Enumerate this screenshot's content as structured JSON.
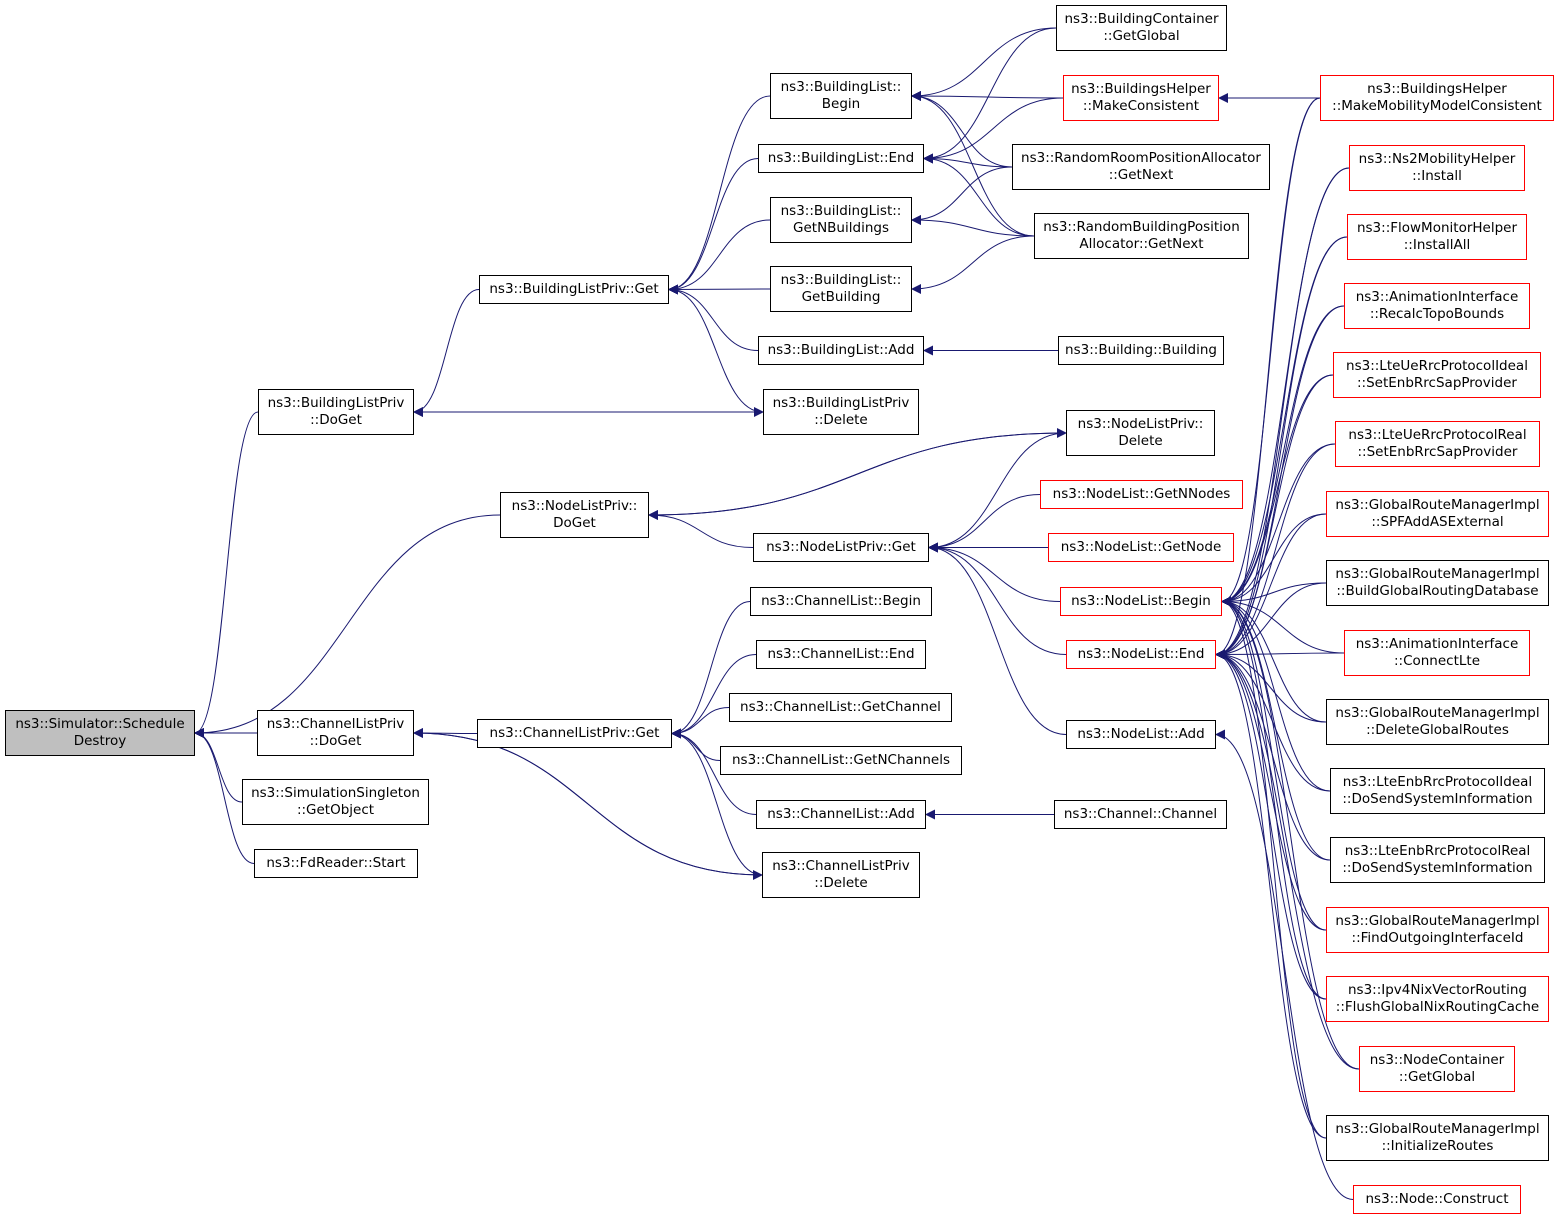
{
  "colors": {
    "edge": "#191970",
    "border_default": "#000000",
    "border_incomplete": "#ff0000",
    "root_fill": "#bfbfbf"
  },
  "nodes": [
    {
      "id": "root",
      "lines": [
        "ns3::Simulator::Schedule",
        "Destroy"
      ],
      "style": "root"
    },
    {
      "id": "blp_doget",
      "lines": [
        "ns3::BuildingListPriv",
        "::DoGet"
      ],
      "style": "black"
    },
    {
      "id": "nlp_doget",
      "lines": [
        "ns3::NodeListPriv::",
        "DoGet"
      ],
      "style": "black"
    },
    {
      "id": "clp_doget",
      "lines": [
        "ns3::ChannelListPriv",
        "::DoGet"
      ],
      "style": "black"
    },
    {
      "id": "ss_getobject",
      "lines": [
        "ns3::SimulationSingleton",
        "::GetObject"
      ],
      "style": "black"
    },
    {
      "id": "fdreader_start",
      "lines": [
        "ns3::FdReader::Start"
      ],
      "style": "black"
    },
    {
      "id": "blp_get",
      "lines": [
        "ns3::BuildingListPriv::Get"
      ],
      "style": "black"
    },
    {
      "id": "bl_begin",
      "lines": [
        "ns3::BuildingList::",
        "Begin"
      ],
      "style": "black"
    },
    {
      "id": "bl_end",
      "lines": [
        "ns3::BuildingList::End"
      ],
      "style": "black"
    },
    {
      "id": "bl_getnbuildings",
      "lines": [
        "ns3::BuildingList::",
        "GetNBuildings"
      ],
      "style": "black"
    },
    {
      "id": "bl_getbuilding",
      "lines": [
        "ns3::BuildingList::",
        "GetBuilding"
      ],
      "style": "black"
    },
    {
      "id": "bl_add",
      "lines": [
        "ns3::BuildingList::Add"
      ],
      "style": "black"
    },
    {
      "id": "blp_delete",
      "lines": [
        "ns3::BuildingListPriv",
        "::Delete"
      ],
      "style": "black"
    },
    {
      "id": "bc_getglobal",
      "lines": [
        "ns3::BuildingContainer",
        "::GetGlobal"
      ],
      "style": "black"
    },
    {
      "id": "bh_makeconsistent",
      "lines": [
        "ns3::BuildingsHelper",
        "::MakeConsistent"
      ],
      "style": "red"
    },
    {
      "id": "rrpa_getnext",
      "lines": [
        "ns3::RandomRoomPositionAllocator",
        "::GetNext"
      ],
      "style": "black"
    },
    {
      "id": "rbpa_getnext",
      "lines": [
        "ns3::RandomBuildingPosition",
        "Allocator::GetNext"
      ],
      "style": "black"
    },
    {
      "id": "building_building",
      "lines": [
        "ns3::Building::Building"
      ],
      "style": "black"
    },
    {
      "id": "bh_makemobility",
      "lines": [
        "ns3::BuildingsHelper",
        "::MakeMobilityModelConsistent"
      ],
      "style": "red"
    },
    {
      "id": "nlp_delete",
      "lines": [
        "ns3::NodeListPriv::",
        "Delete"
      ],
      "style": "black"
    },
    {
      "id": "nlp_get",
      "lines": [
        "ns3::NodeListPriv::Get"
      ],
      "style": "black"
    },
    {
      "id": "nl_getnnodes",
      "lines": [
        "ns3::NodeList::GetNNodes"
      ],
      "style": "red"
    },
    {
      "id": "nl_getnode",
      "lines": [
        "ns3::NodeList::GetNode"
      ],
      "style": "red"
    },
    {
      "id": "nl_begin",
      "lines": [
        "ns3::NodeList::Begin"
      ],
      "style": "red"
    },
    {
      "id": "nl_end",
      "lines": [
        "ns3::NodeList::End"
      ],
      "style": "red"
    },
    {
      "id": "nl_add",
      "lines": [
        "ns3::NodeList::Add"
      ],
      "style": "black"
    },
    {
      "id": "clp_get",
      "lines": [
        "ns3::ChannelListPriv::Get"
      ],
      "style": "black"
    },
    {
      "id": "cl_begin",
      "lines": [
        "ns3::ChannelList::Begin"
      ],
      "style": "black"
    },
    {
      "id": "cl_end",
      "lines": [
        "ns3::ChannelList::End"
      ],
      "style": "black"
    },
    {
      "id": "cl_getchannel",
      "lines": [
        "ns3::ChannelList::GetChannel"
      ],
      "style": "black"
    },
    {
      "id": "cl_getnchannels",
      "lines": [
        "ns3::ChannelList::GetNChannels"
      ],
      "style": "black"
    },
    {
      "id": "cl_add",
      "lines": [
        "ns3::ChannelList::Add"
      ],
      "style": "black"
    },
    {
      "id": "clp_delete",
      "lines": [
        "ns3::ChannelListPriv",
        "::Delete"
      ],
      "style": "black"
    },
    {
      "id": "channel_channel",
      "lines": [
        "ns3::Channel::Channel"
      ],
      "style": "black"
    },
    {
      "id": "ns2mh_install",
      "lines": [
        "ns3::Ns2MobilityHelper",
        "::Install"
      ],
      "style": "red"
    },
    {
      "id": "fmh_installall",
      "lines": [
        "ns3::FlowMonitorHelper",
        "::InstallAll"
      ],
      "style": "red"
    },
    {
      "id": "ai_recalctopo",
      "lines": [
        "ns3::AnimationInterface",
        "::RecalcTopoBounds"
      ],
      "style": "red"
    },
    {
      "id": "lterrc_ideal_setenb",
      "lines": [
        "ns3::LteUeRrcProtocolIdeal",
        "::SetEnbRrcSapProvider"
      ],
      "style": "red"
    },
    {
      "id": "lterrc_real_setenb",
      "lines": [
        "ns3::LteUeRrcProtocolReal",
        "::SetEnbRrcSapProvider"
      ],
      "style": "red"
    },
    {
      "id": "grmi_spfaddas",
      "lines": [
        "ns3::GlobalRouteManagerImpl",
        "::SPFAddASExternal"
      ],
      "style": "red"
    },
    {
      "id": "grmi_buildglobal",
      "lines": [
        "ns3::GlobalRouteManagerImpl",
        "::BuildGlobalRoutingDatabase"
      ],
      "style": "black"
    },
    {
      "id": "ai_connectlte",
      "lines": [
        "ns3::AnimationInterface",
        "::ConnectLte"
      ],
      "style": "red"
    },
    {
      "id": "grmi_deleteglobal",
      "lines": [
        "ns3::GlobalRouteManagerImpl",
        "::DeleteGlobalRoutes"
      ],
      "style": "black"
    },
    {
      "id": "lteenb_ideal_dosend",
      "lines": [
        "ns3::LteEnbRrcProtocolIdeal",
        "::DoSendSystemInformation"
      ],
      "style": "black"
    },
    {
      "id": "lteenb_real_dosend",
      "lines": [
        "ns3::LteEnbRrcProtocolReal",
        "::DoSendSystemInformation"
      ],
      "style": "black"
    },
    {
      "id": "grmi_findoutgoing",
      "lines": [
        "ns3::GlobalRouteManagerImpl",
        "::FindOutgoingInterfaceId"
      ],
      "style": "red"
    },
    {
      "id": "ipv4nix_flush",
      "lines": [
        "ns3::Ipv4NixVectorRouting",
        "::FlushGlobalNixRoutingCache"
      ],
      "style": "red"
    },
    {
      "id": "nc_getglobal",
      "lines": [
        "ns3::NodeContainer",
        "::GetGlobal"
      ],
      "style": "red"
    },
    {
      "id": "grmi_initroutes",
      "lines": [
        "ns3::GlobalRouteManagerImpl",
        "::InitializeRoutes"
      ],
      "style": "black"
    },
    {
      "id": "node_construct",
      "lines": [
        "ns3::Node::Construct"
      ],
      "style": "red"
    }
  ]
}
